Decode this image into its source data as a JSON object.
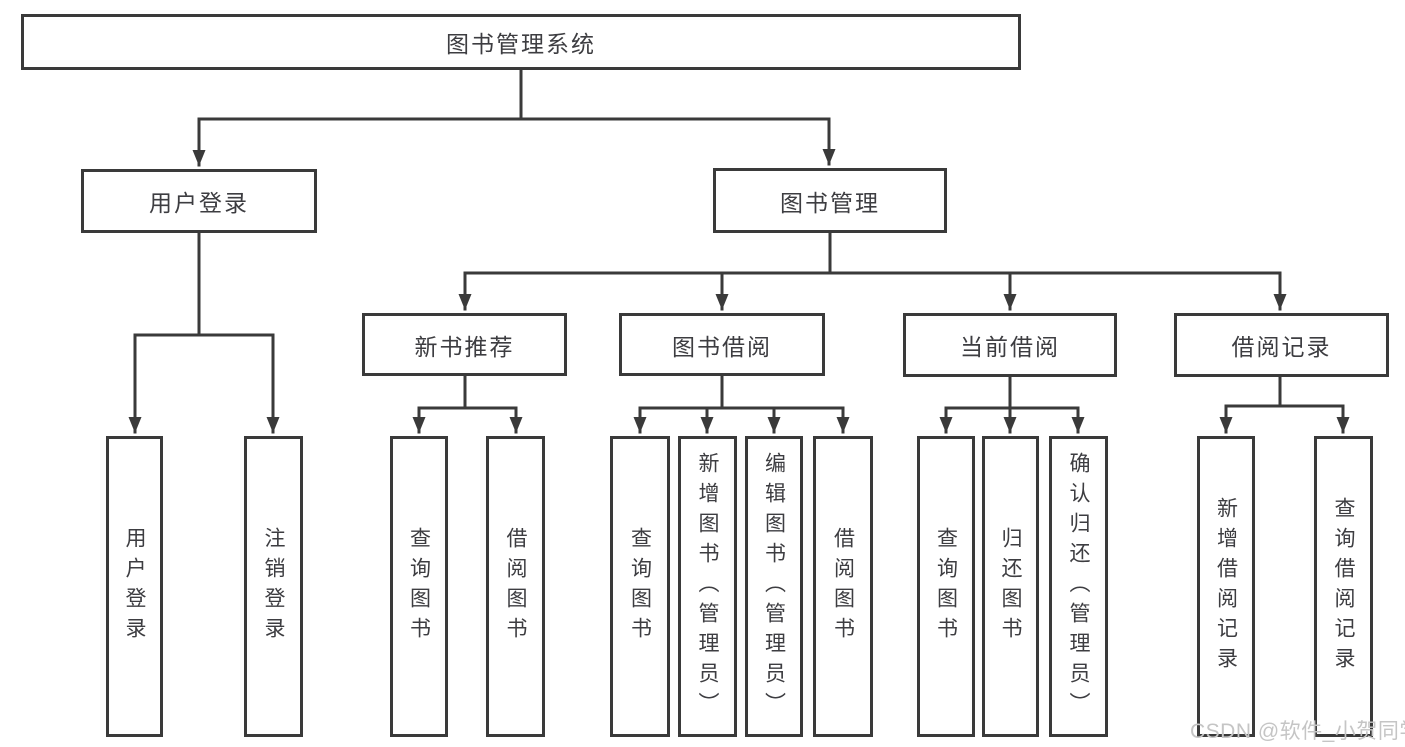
{
  "tree": {
    "root": {
      "label": "图书管理系统"
    },
    "children": [
      {
        "label": "用户登录",
        "children": [
          {
            "label": "用户登录"
          },
          {
            "label": "注销登录"
          }
        ]
      },
      {
        "label": "图书管理",
        "children": [
          {
            "label": "新书推荐",
            "children": [
              {
                "label": "查询图书"
              },
              {
                "label": "借阅图书"
              }
            ]
          },
          {
            "label": "图书借阅",
            "children": [
              {
                "label": "查询图书"
              },
              {
                "label": "新增图书（管理员）"
              },
              {
                "label": "编辑图书（管理员）"
              },
              {
                "label": "借阅图书"
              }
            ]
          },
          {
            "label": "当前借阅",
            "children": [
              {
                "label": "查询图书"
              },
              {
                "label": "归还图书"
              },
              {
                "label": "确认归还（管理员）"
              }
            ]
          },
          {
            "label": "借阅记录",
            "children": [
              {
                "label": "新增借阅记录"
              },
              {
                "label": "查询借阅记录"
              }
            ]
          }
        ]
      }
    ]
  },
  "watermark": "CSDN @软件_小贺同学",
  "colors": {
    "line": "#3a3a3a",
    "text": "#3d3d41",
    "watermark": "#c5c5c5",
    "background": "#ffffff"
  }
}
